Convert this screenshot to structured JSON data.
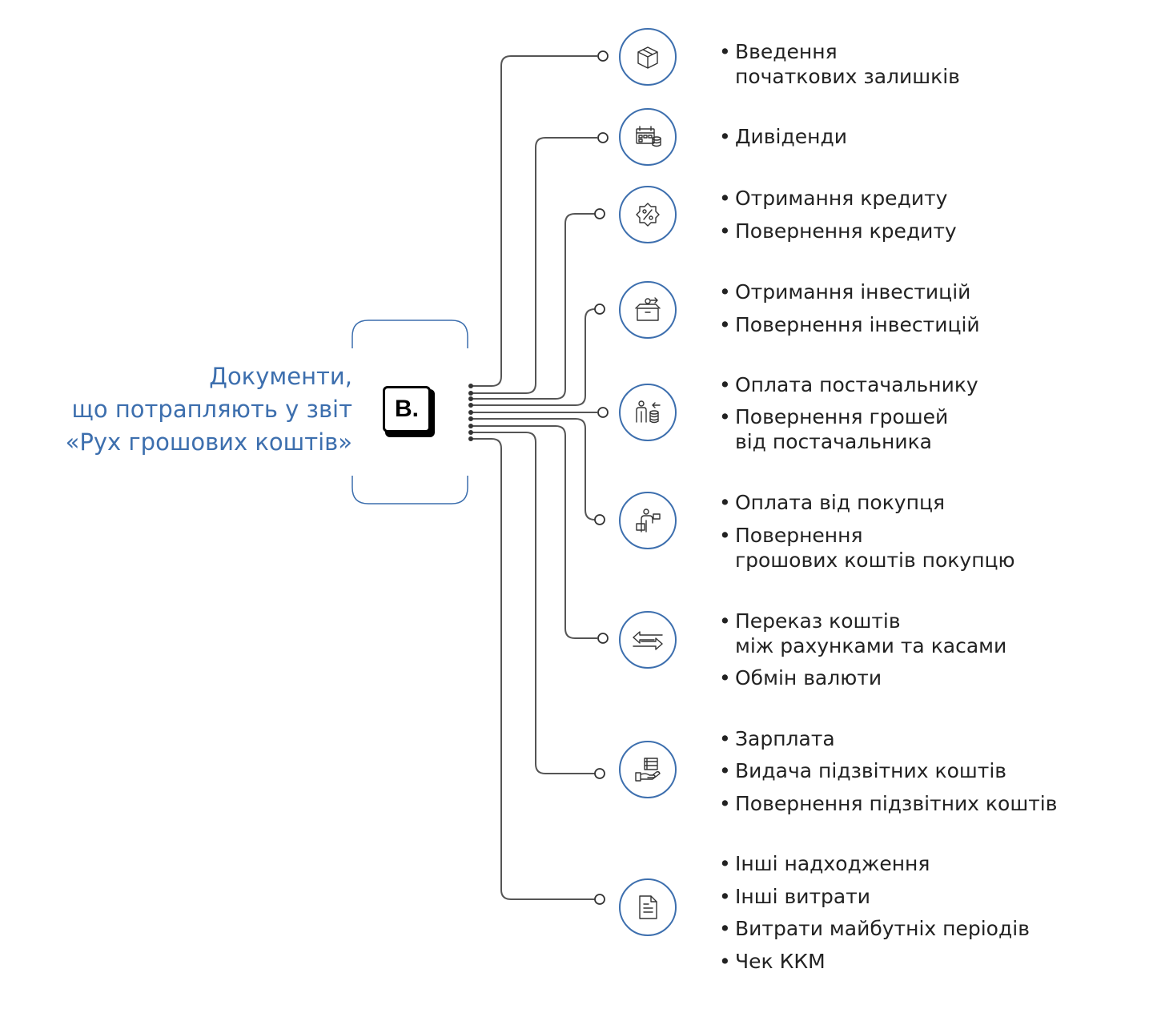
{
  "title": {
    "lines": [
      "Документи,",
      "що потрапляють у звіт",
      "«Рух грошових коштів»"
    ]
  },
  "logo": {
    "text": "B."
  },
  "colors": {
    "accent": "#3d6fae",
    "line": "#555555",
    "text": "#222222"
  },
  "categories": [
    {
      "icon": "box-icon",
      "items": [
        [
          "Введення",
          "початкових залишків"
        ]
      ]
    },
    {
      "icon": "calendar-coins-icon",
      "items": [
        [
          "Дивіденди"
        ]
      ]
    },
    {
      "icon": "percent-gear-icon",
      "items": [
        [
          "Отримання кредиту"
        ],
        [
          "Повернення кредиту"
        ]
      ]
    },
    {
      "icon": "investment-box-icon",
      "items": [
        [
          "Отримання інвестицій"
        ],
        [
          "Повернення інвестицій"
        ]
      ]
    },
    {
      "icon": "supplier-payment-icon",
      "items": [
        [
          "Оплата постачальнику"
        ],
        [
          "Повернення грошей",
          "від постачальника"
        ]
      ]
    },
    {
      "icon": "buyer-payment-icon",
      "items": [
        [
          "Оплата від покупця"
        ],
        [
          "Повернення",
          "грошових коштів покупцю"
        ]
      ]
    },
    {
      "icon": "transfer-arrows-icon",
      "items": [
        [
          "Переказ коштів",
          "між рахунками та касами"
        ],
        [
          "Обмін валюти"
        ]
      ]
    },
    {
      "icon": "salary-hand-icon",
      "items": [
        [
          "Зарплата"
        ],
        [
          "Видача підзвітних коштів"
        ],
        [
          "Повернення підзвітних коштів"
        ]
      ]
    },
    {
      "icon": "document-icon",
      "items": [
        [
          "Інші надходження"
        ],
        [
          "Інші витрати"
        ],
        [
          "Витрати майбутніх періодів"
        ],
        [
          "Чек ККМ"
        ]
      ]
    }
  ]
}
